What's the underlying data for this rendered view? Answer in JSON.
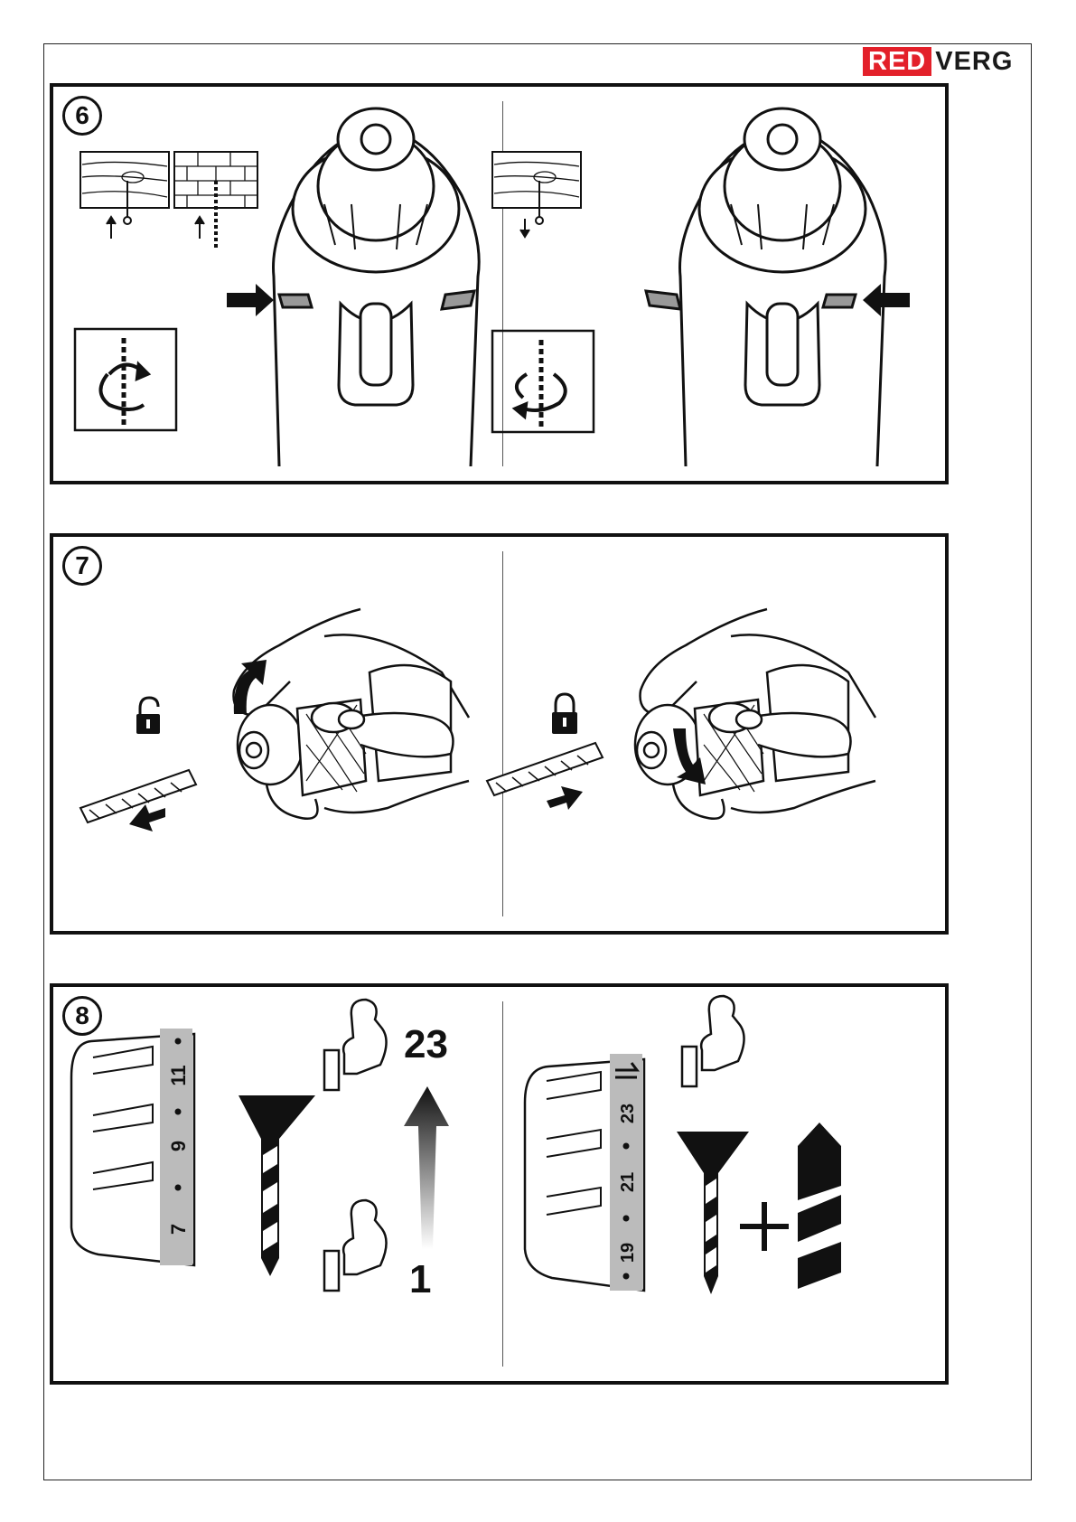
{
  "brand": {
    "part1": "RED",
    "part2": "VERG",
    "accent": "#e3202a"
  },
  "steps": [
    {
      "number": "6"
    },
    {
      "number": "7"
    },
    {
      "number": "8"
    }
  ],
  "torque_scale_left": {
    "marks": [
      "7",
      "9",
      "11"
    ]
  },
  "torque_scale_right": {
    "marks": [
      "19",
      "21",
      "23"
    ]
  },
  "torque_range": {
    "max": "23",
    "min": "1"
  },
  "icons": {
    "wood_screw_forward": "wood-screw-icon",
    "brick_drill": "brick-drill-icon",
    "rotation_cw": "rotate-clockwise-icon",
    "rotation_ccw": "rotate-counterclockwise-icon",
    "lock_open": "unlock-icon",
    "lock_closed": "lock-icon",
    "strength": "flexed-arm-icon"
  }
}
